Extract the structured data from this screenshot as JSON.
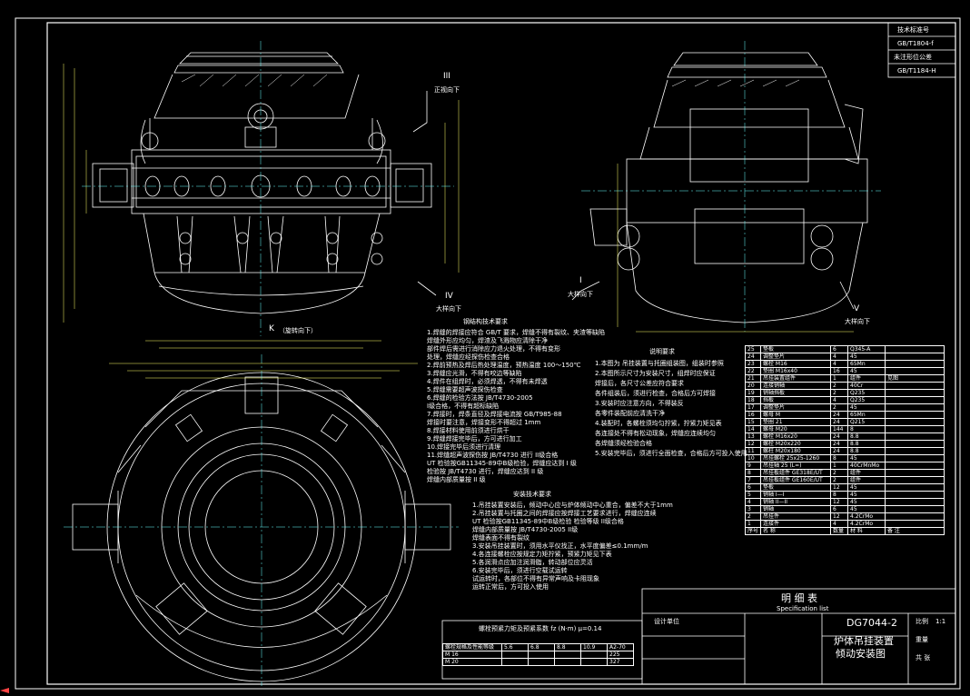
{
  "drawing": {
    "number": "DG7044-2",
    "title_line1": "炉体吊挂装置",
    "title_line2": "倾动安装图",
    "spec_title": "明 细 表",
    "spec_title_en": "Specification list"
  },
  "standards_box": [
    "技术标准号",
    "GB/T1804-f",
    "未注形位公差",
    "GB/T1184-H"
  ],
  "section_labels": {
    "III": "III",
    "IV": "IV",
    "I": "I",
    "V": "V",
    "K": "K"
  },
  "view_notes": {
    "k_view": "（旋转向下）",
    "iii_note": "正视向下",
    "iv_note": "大样向下",
    "i_note": "大样向下",
    "v_note": "大样向下"
  },
  "tech_req_title": "钢结构技术要求",
  "tech_req": [
    "1.焊缝的焊接应符合 GB/T 要求，焊缝不得有裂纹、夹渣等缺陷",
    "  焊缝外形应均匀，焊渣及飞溅物应清除干净",
    "  部件焊后需进行消除应力退火处理，不得有变形",
    "  处理，焊缝应经探伤检查合格",
    "2.焊前预热及焊后热处理温度，预热温度 100～150℃",
    "3.焊缝应光滑，不得有咬边等缺陷",
    "4.焊件在组焊时，必须焊透，不得有未焊透",
    "5.焊缝需要超声波探伤检查",
    "6.焊缝的检验方法按 JB/T4730-2005",
    "  I级合格，不得有超标缺陷",
    "7.焊接时，焊条直径及焊接电流按 GB/T985-88",
    "  焊接时要注意，焊接变形不得超过 1mm",
    "8.焊接材料使用前须进行烘干",
    "9.焊缝焊接完毕后，方可进行加工",
    "10.焊接完毕后须进行清理",
    "11.焊缝超声波探伤按 JB/T4730 进行 II级合格",
    "  UT 检验按GB11345-89中B级检验，焊缝应达到 I 级",
    "  检验按 JB/T4730 进行，焊缝应达到 II 级",
    "  焊缝内部质量按 II 级"
  ],
  "install_req_title": "安装技术要求",
  "install_req": [
    "1.吊挂装置安装后，倾动中心应与炉体倾动中心重合，偏差不大于1mm",
    "2.吊挂装置与托圈之间的焊接应按焊接工艺要求进行，焊缝应连续",
    "  UT 检验按GB11345-89中B级检验 检验等级 II级合格",
    "  焊缝内部质量按 JB/T4730-2005 II级",
    "  焊缝表面不得有裂纹",
    "3.安装吊挂装置时，须用水平仪找正，水平度偏差≤0.1mm/m",
    "4.各连接螺栓应按规定力矩拧紧，预紧力矩见下表",
    "5.各润滑点应加注润滑脂，转动部位应灵活",
    "6.安装完毕后，须进行空载试运转",
    "  试运转时，各部位不得有异常声响及卡阻现象",
    "  运转正常后，方可投入使用"
  ],
  "detail_notes_title": "说明要求",
  "detail_notes": [
    "1.本图为 吊挂装置与托圈组装图，组装时参照",
    "2.本图所示尺寸为安装尺寸，组焊时应保证",
    "  焊接后，各尺寸公差应符合要求",
    "  各件组装后，须进行检查，合格后方可焊接",
    "3.安装时应注意方向，不得装反",
    "  各零件装配前应清洗干净",
    "4.装配时，各螺栓须均匀拧紧，拧紧力矩见表",
    "  各连接处不得有松动现象，焊缝应连续均匀",
    "  各焊缝须经检验合格",
    "5.安装完毕后，须进行全面检查，合格后方可投入使用"
  ],
  "torque_table": {
    "header": [
      "螺栓规格及性能等级",
      "5.6",
      "6.8",
      "8.8",
      "10.9",
      "A2-70"
    ],
    "title": "螺栓预紧力矩及预紧系数 fz (N·m) μ=0.14",
    "rows": [
      {
        "size": "M 16",
        "vals": [
          "",
          "",
          "",
          "",
          "225"
        ]
      },
      {
        "size": "M 20",
        "vals": [
          "",
          "",
          "",
          "",
          "327"
        ]
      }
    ]
  },
  "parts_list": [
    [
      "25",
      "垫板",
      "6",
      "Q345-A",
      ""
    ],
    [
      "24",
      "调整垫片",
      "4",
      "45",
      ""
    ],
    [
      "23",
      "螺栓 M16",
      "4",
      "65Mn",
      ""
    ],
    [
      "22",
      "垫圈 M16x40",
      "16",
      "45",
      ""
    ],
    [
      "21",
      "吊挂装置组件",
      "1",
      "组件",
      "见图"
    ],
    [
      "20",
      "连接销轴",
      "2",
      "40Cr",
      ""
    ],
    [
      "19",
      "销轴挡板",
      "2",
      "Q235",
      ""
    ],
    [
      "18",
      "挡板",
      "4",
      "Q235",
      ""
    ],
    [
      "17",
      "调整垫片",
      "2",
      "45",
      ""
    ],
    [
      "16",
      "螺母 M",
      "24",
      "65Mn",
      ""
    ],
    [
      "15",
      "垫圈 21",
      "24",
      "Q215",
      ""
    ],
    [
      "14",
      "螺母 M20",
      "144",
      "8",
      ""
    ],
    [
      "13",
      "螺栓 M16x20",
      "24",
      "8.8",
      ""
    ],
    [
      "12",
      "螺栓 M20x220",
      "24",
      "8.8",
      ""
    ],
    [
      "11",
      "螺柱 M20x180",
      "24",
      "8.8",
      ""
    ],
    [
      "10",
      "吊挂螺栓 25x25-1260",
      "8",
      "45",
      ""
    ],
    [
      "9",
      "吊挂轴 25 (L=)",
      "1",
      "40CrMnMo",
      ""
    ],
    [
      "8",
      "吊挂板组件 GE318E/UT",
      "2",
      "组件",
      ""
    ],
    [
      "7",
      "吊挂板组件 GE160E/UT",
      "2",
      "组件",
      ""
    ],
    [
      "6",
      "垫板",
      "12",
      "45",
      ""
    ],
    [
      "5",
      "销轴 I—I",
      "8",
      "45",
      ""
    ],
    [
      "4",
      "销轴 II—II",
      "12",
      "45",
      ""
    ],
    [
      "3",
      "销轴",
      "6",
      "45",
      ""
    ],
    [
      "2",
      "吊挂件",
      "12",
      "4.2CrMo",
      ""
    ],
    [
      "1",
      "连接件",
      "4",
      "4.2CrMo",
      ""
    ]
  ],
  "parts_header": [
    "序号",
    "名  称",
    "数量",
    "材  料",
    "备  注"
  ],
  "title_block": {
    "scale": "比例",
    "sheet": "共 张",
    "weight": "重量",
    "scale_val": "1:1",
    "company": "设计单位"
  },
  "colors": {
    "line": "#ffffff",
    "dim": "#ffff66",
    "center": "#66ffff",
    "accent": "#ff4444"
  }
}
